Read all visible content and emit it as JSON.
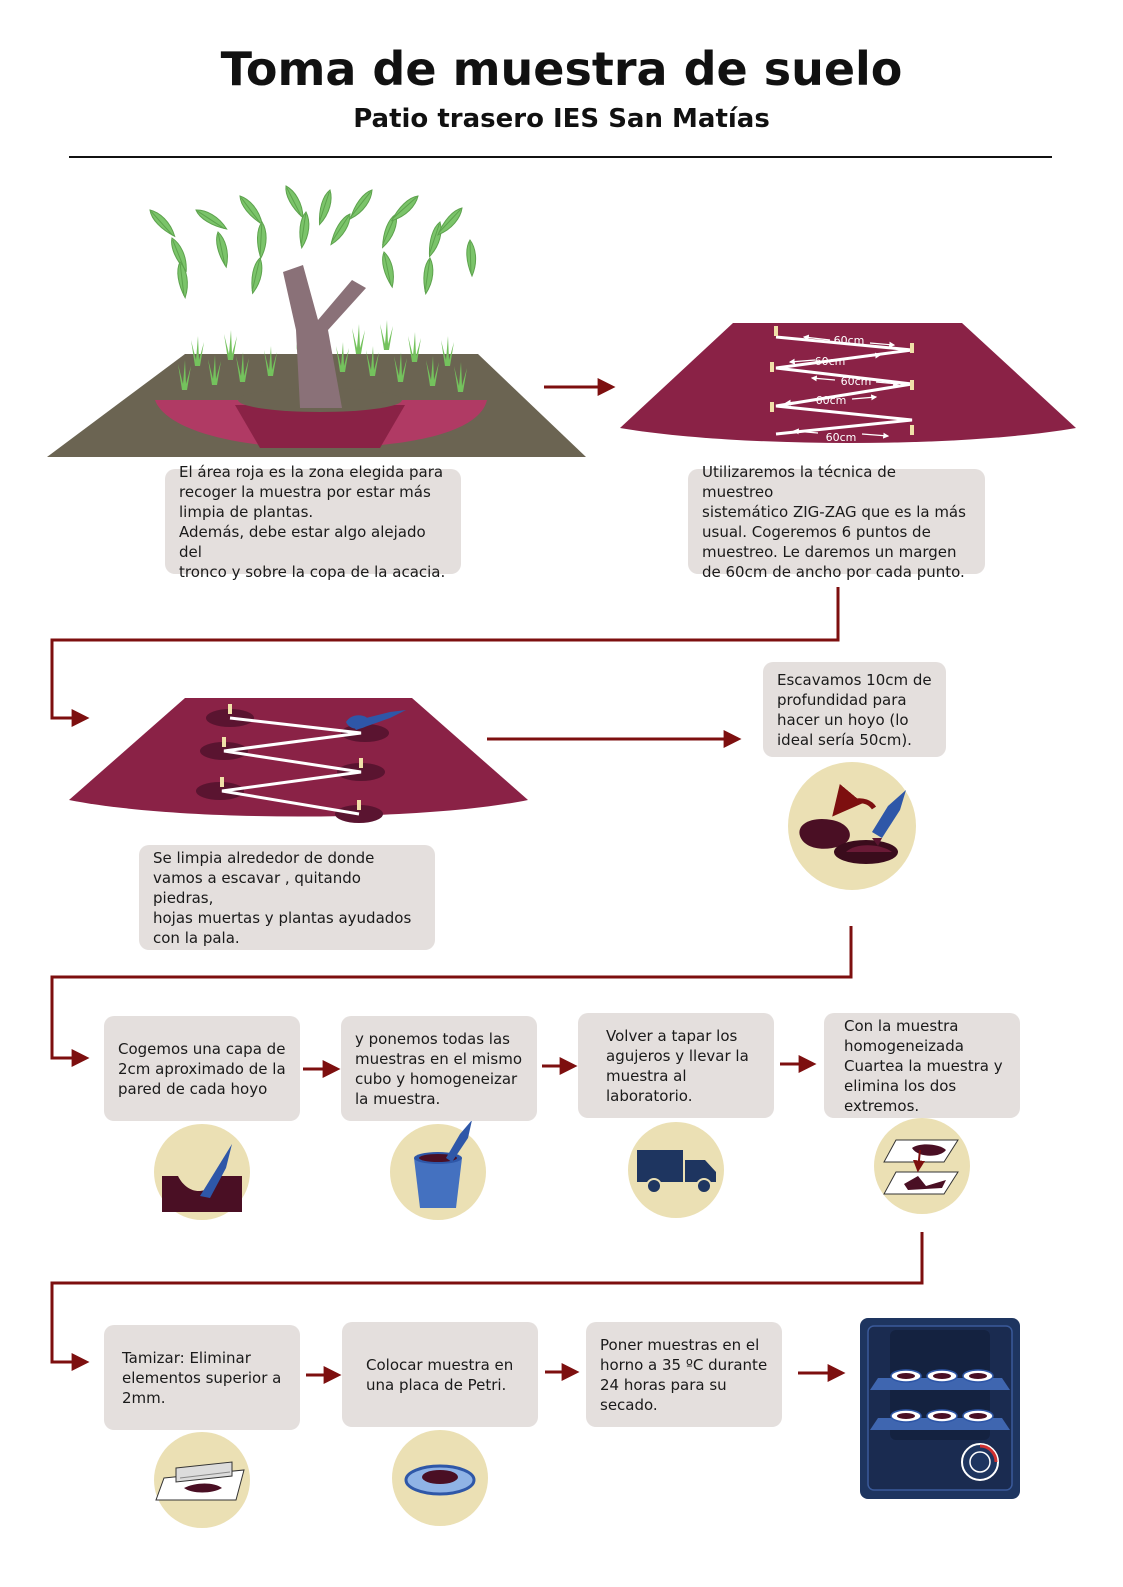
{
  "header": {
    "title": "Toma de muestra de suelo",
    "subtitle": "Patio trasero IES San Matías"
  },
  "steps": {
    "area": "El área roja es la zona elegida para\nrecoger la muestra por estar más\nlimpia de plantas.\nAdemás, debe estar algo alejado del\ntronco y sobre la copa de la acacia.",
    "zigzag": "Utilizaremos la técnica de muestreo\nsistemático ZIG-ZAG que es la más\nusual. Cogeremos 6 puntos de\nmuestreo. Le daremos un margen\nde 60cm de ancho por cada punto.",
    "clean": "Se limpia alrededor de donde\nvamos a escavar , quitando piedras,\nhojas muertas y plantas ayudados\ncon la pala.",
    "dig": "Escavamos 10cm de\nprofundidad para\nhacer un hoyo (lo\nideal sería 50cm).",
    "layer": "Cogemos una capa de\n2cm aproximado de la\npared de cada hoyo",
    "mix": "y ponemos todas las\nmuestras en el mismo\ncubo y homogeneizar\nla muestra.",
    "lab": "Volver a tapar los\nagujeros y llevar la\nmuestra al\nlaboratorio.",
    "quarter": "Con la muestra\nhomogeneizada\nCuartea la muestra y\nelimina los dos\nextremos.",
    "sieve": "Tamizar: Eliminar\nelementos superior a\n2mm.",
    "petri": "Colocar muestra en\nuna placa de Petri.",
    "oven": "Poner muestras en el\nhorno a 35 ºC durante\n24 horas para su\nsecado."
  },
  "zigzag_labels": [
    "60cm",
    "60cm",
    "60cm",
    "60cm",
    "60cm"
  ],
  "colors": {
    "area_red": "#8a2246",
    "arrow": "#7d0f0f",
    "ground": "#6b6452",
    "trunk": "#8a7178",
    "foliage": "#7bc46a",
    "circle": "#ebe0b4",
    "tool_blue": "#2e57a8",
    "oven_blue": "#1e3560"
  },
  "icons": [
    "tree",
    "zigzag-field",
    "shovel",
    "bucket",
    "truck",
    "quartering",
    "sieve",
    "petri-dish",
    "oven"
  ]
}
